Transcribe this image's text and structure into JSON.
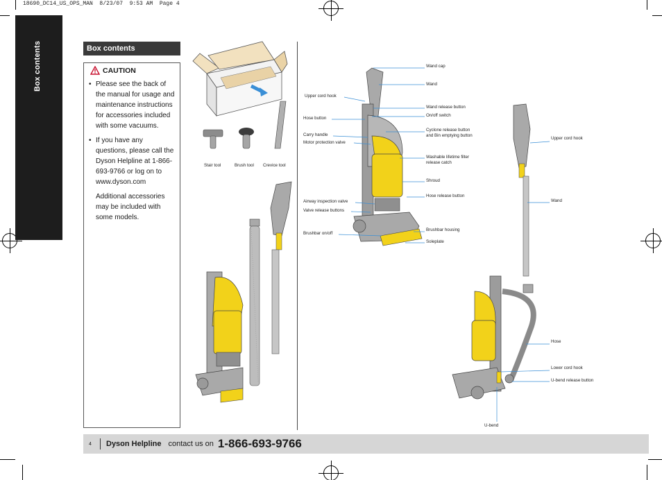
{
  "slug": "18690_DC14_US_OPS_MAN  8/23/07  9:53 AM  Page 4",
  "side_tab": "Box contents",
  "section_title": "Box contents",
  "caution": {
    "title": "CAUTION",
    "bullets": [
      "Please see the back of the manual for usage and maintenance instructions for accessories included with some vacuums.",
      "If you have any questions, please call the Dyson Helpline at 1-866-693-9766 or log on to www.dyson.com"
    ],
    "note": "Additional accessories may be included with some models."
  },
  "accessories": [
    "Stair tool",
    "Brush tool",
    "Crevice tool"
  ],
  "callouts_front": {
    "wand_cap": "Wand cap",
    "wand": "Wand",
    "upper_cord_hook": "Upper cord hook",
    "wand_release_button": "Wand release button",
    "on_off_switch": "On/off switch",
    "hose_button": "Hose button",
    "cyclone_release_line1": "Cyclone release button",
    "cyclone_release_line2": "and Bin emptying button",
    "carry_handle": "Carry handle",
    "motor_protection_valve": "Motor protection valve",
    "filter_line1": "Washable lifetime filter",
    "filter_line2": "release catch",
    "shroud": "Shroud",
    "hose_release_button": "Hose release button",
    "airway_inspection_valve": "Airway inspection valve",
    "valve_release_buttons": "Valve release buttons",
    "brushbar_housing": "Brushbar housing",
    "brushbar_on_off": "Brushbar on/off",
    "soleplate": "Soleplate"
  },
  "callouts_back": {
    "upper_cord_hook": "Upper cord hook",
    "wand": "Wand",
    "hose": "Hose",
    "lower_cord_hook": "Lower cord hook",
    "u_bend_release_button": "U-bend release button",
    "u_bend": "U-bend"
  },
  "footer": {
    "page": "4",
    "helpline": "Dyson Helpline",
    "contact": "contact us on",
    "phone": "1-866-693-9766"
  },
  "colors": {
    "accent_yellow": "#f2d21a",
    "callout_blue": "#3a8fd6",
    "machine_grey": "#a9a9a9",
    "dark_panel": "#1d1d1d",
    "footer_grey": "#d6d6d6"
  }
}
